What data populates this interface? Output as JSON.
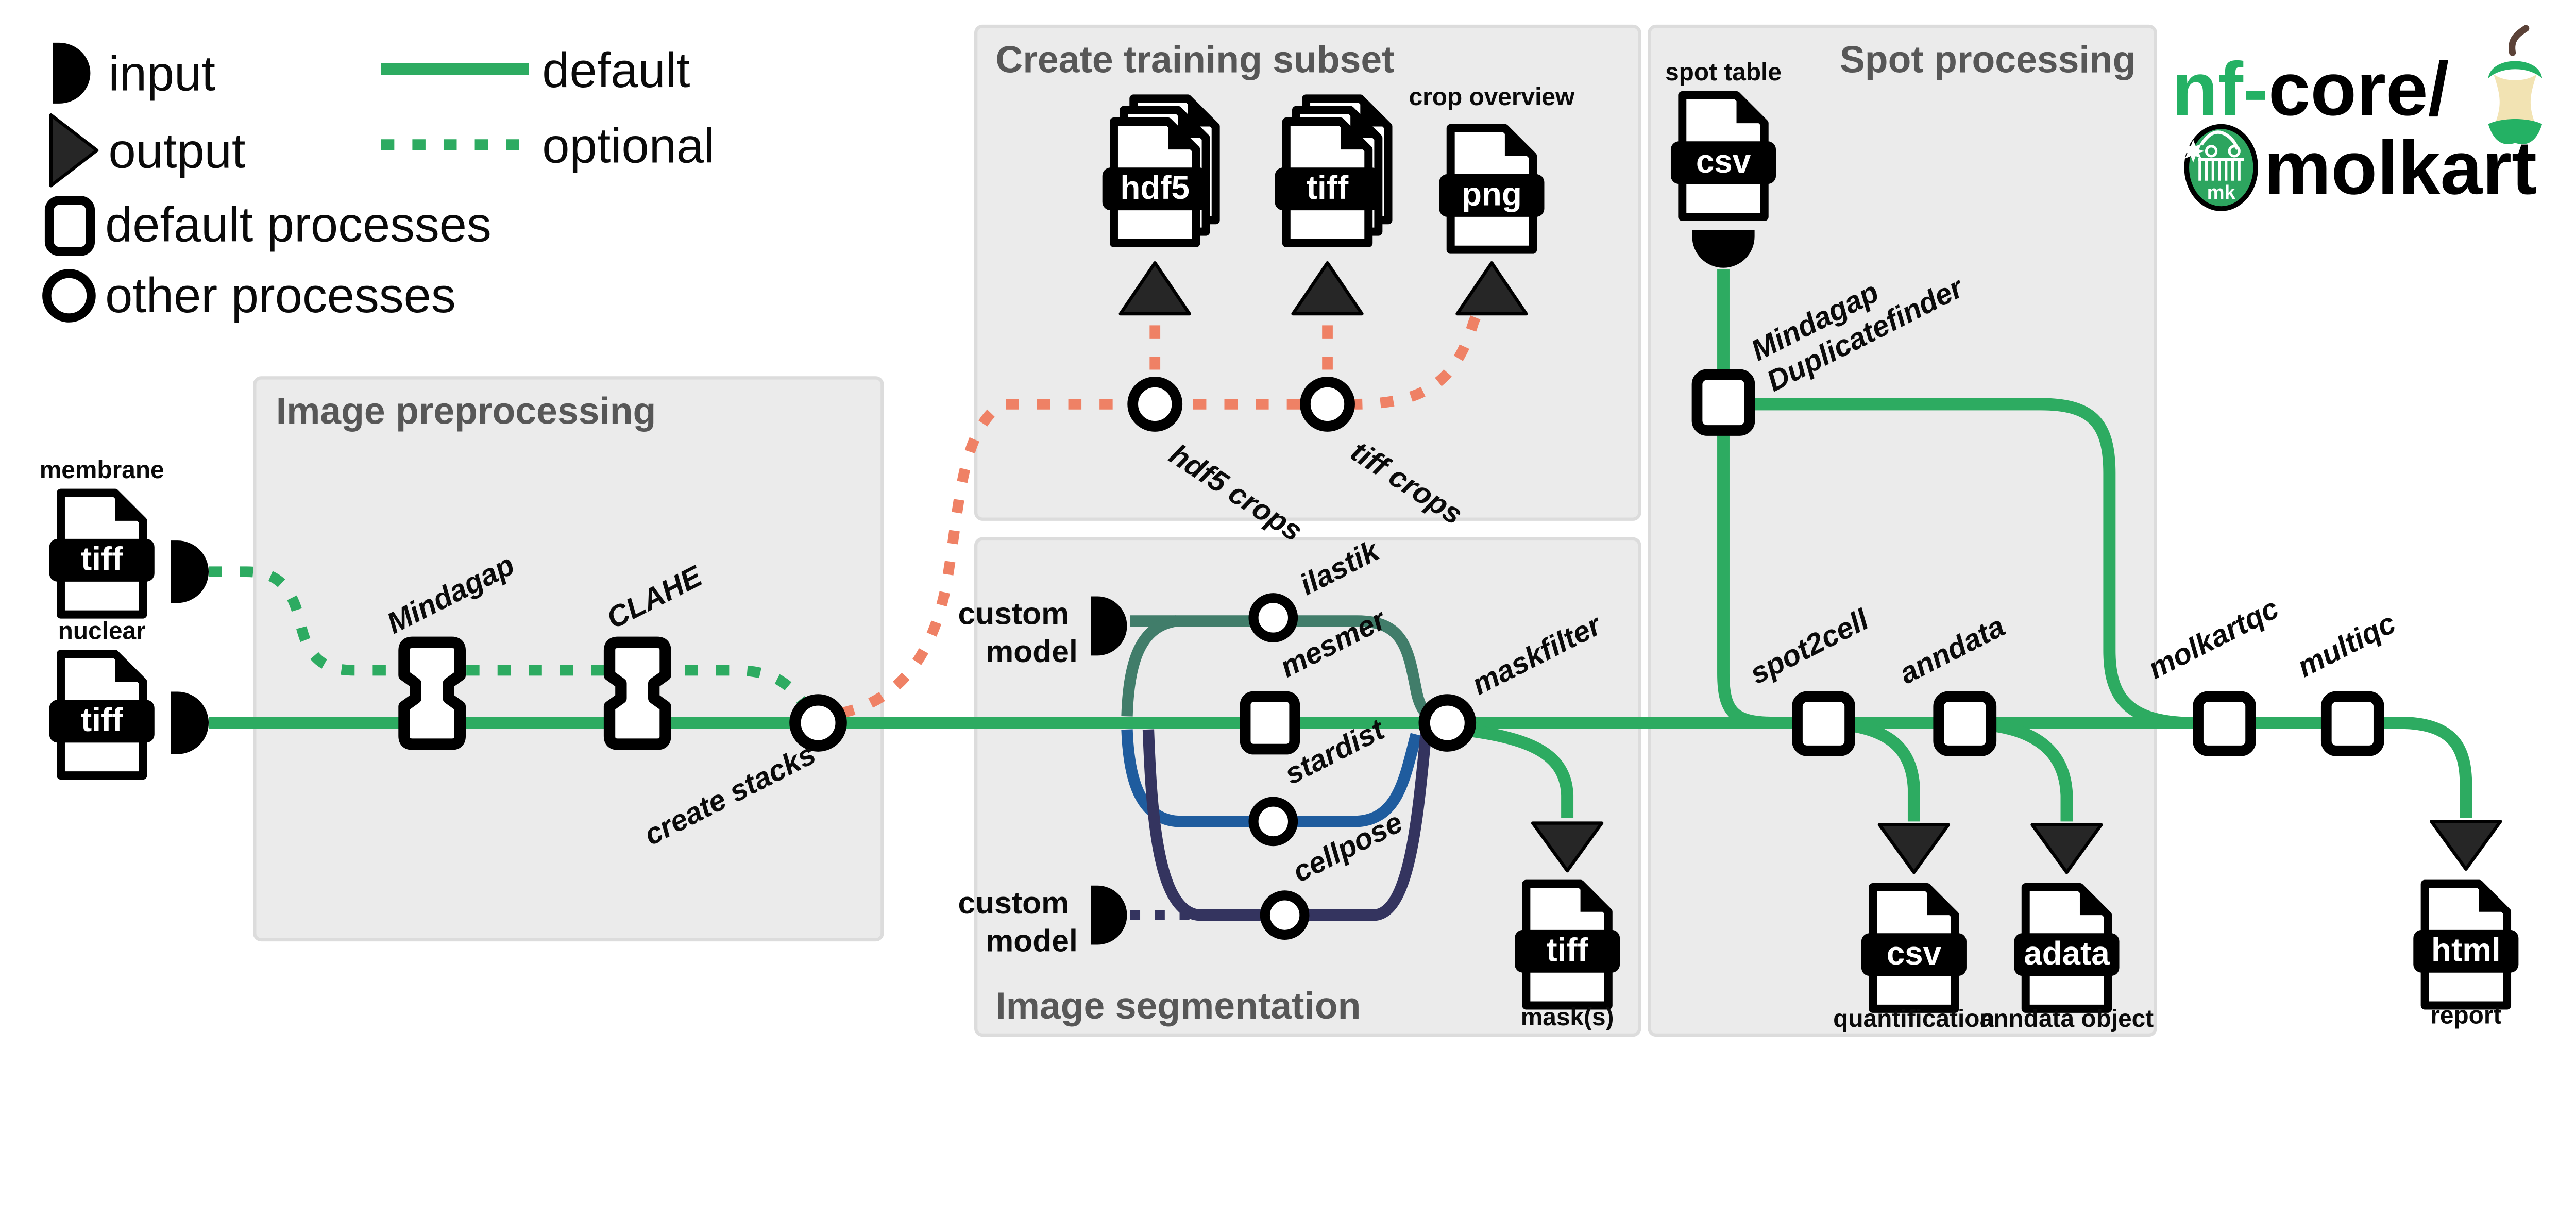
{
  "legend": {
    "input": "input",
    "output": "output",
    "default_processes": "default processes",
    "other_processes": "other processes",
    "default_edge": "default",
    "optional_edge": "optional"
  },
  "logo": {
    "brand_nf": "nf",
    "brand_dash": "-",
    "brand_core": "core/",
    "pipeline": "molkart",
    "badge": "mk"
  },
  "sections": {
    "preprocessing": "Image preprocessing",
    "training": "Create training subset",
    "segmentation": "Image segmentation",
    "spot": "Spot processing"
  },
  "nodes": {
    "mindagap": "Mindagap",
    "clahe": "CLAHE",
    "create_stacks": "create stacks",
    "hdf5_crops": "hdf5 crops",
    "tiff_crops": "tiff crops",
    "ilastik": "ilastik",
    "mesmer": "mesmer",
    "stardist": "stardist",
    "cellpose": "cellpose",
    "maskfilter": "maskfilter",
    "duplicatefinder_line1": "Mindagap",
    "duplicatefinder_line2": "Duplicatefinder",
    "spot2cell": "spot2cell",
    "anndata": "anndata",
    "molkartqc": "molkartqc",
    "multiqc": "multiqc"
  },
  "inputs": {
    "membrane_caption": "membrane",
    "membrane_ext": "tiff",
    "nuclear_caption": "nuclear",
    "nuclear_ext": "tiff",
    "spot_table_caption": "spot table",
    "spot_table_ext": "csv",
    "custom_model_line1": "custom",
    "custom_model_line2": "model"
  },
  "outputs": {
    "hdf5_ext": "hdf5",
    "tiff_ext": "tiff",
    "png_ext": "png",
    "crop_overview_caption": "crop overview",
    "mask_ext": "tiff",
    "mask_caption": "mask(s)",
    "quantification_ext": "csv",
    "quantification_caption": "quantification",
    "anndata_ext": "adata",
    "anndata_caption": "anndata object",
    "report_ext": "html",
    "report_caption": "report"
  },
  "colors": {
    "default_edge": "#2dab61",
    "optional_edge": "#2dab61",
    "training_edge": "#ef8165",
    "ilastik_edge": "#417d6a",
    "stardist_edge": "#1f5c9e",
    "cellpose_edge": "#34345f",
    "nfcore_green": "#24b164",
    "box_fill": "#ebebeb",
    "box_title": "#575757"
  }
}
